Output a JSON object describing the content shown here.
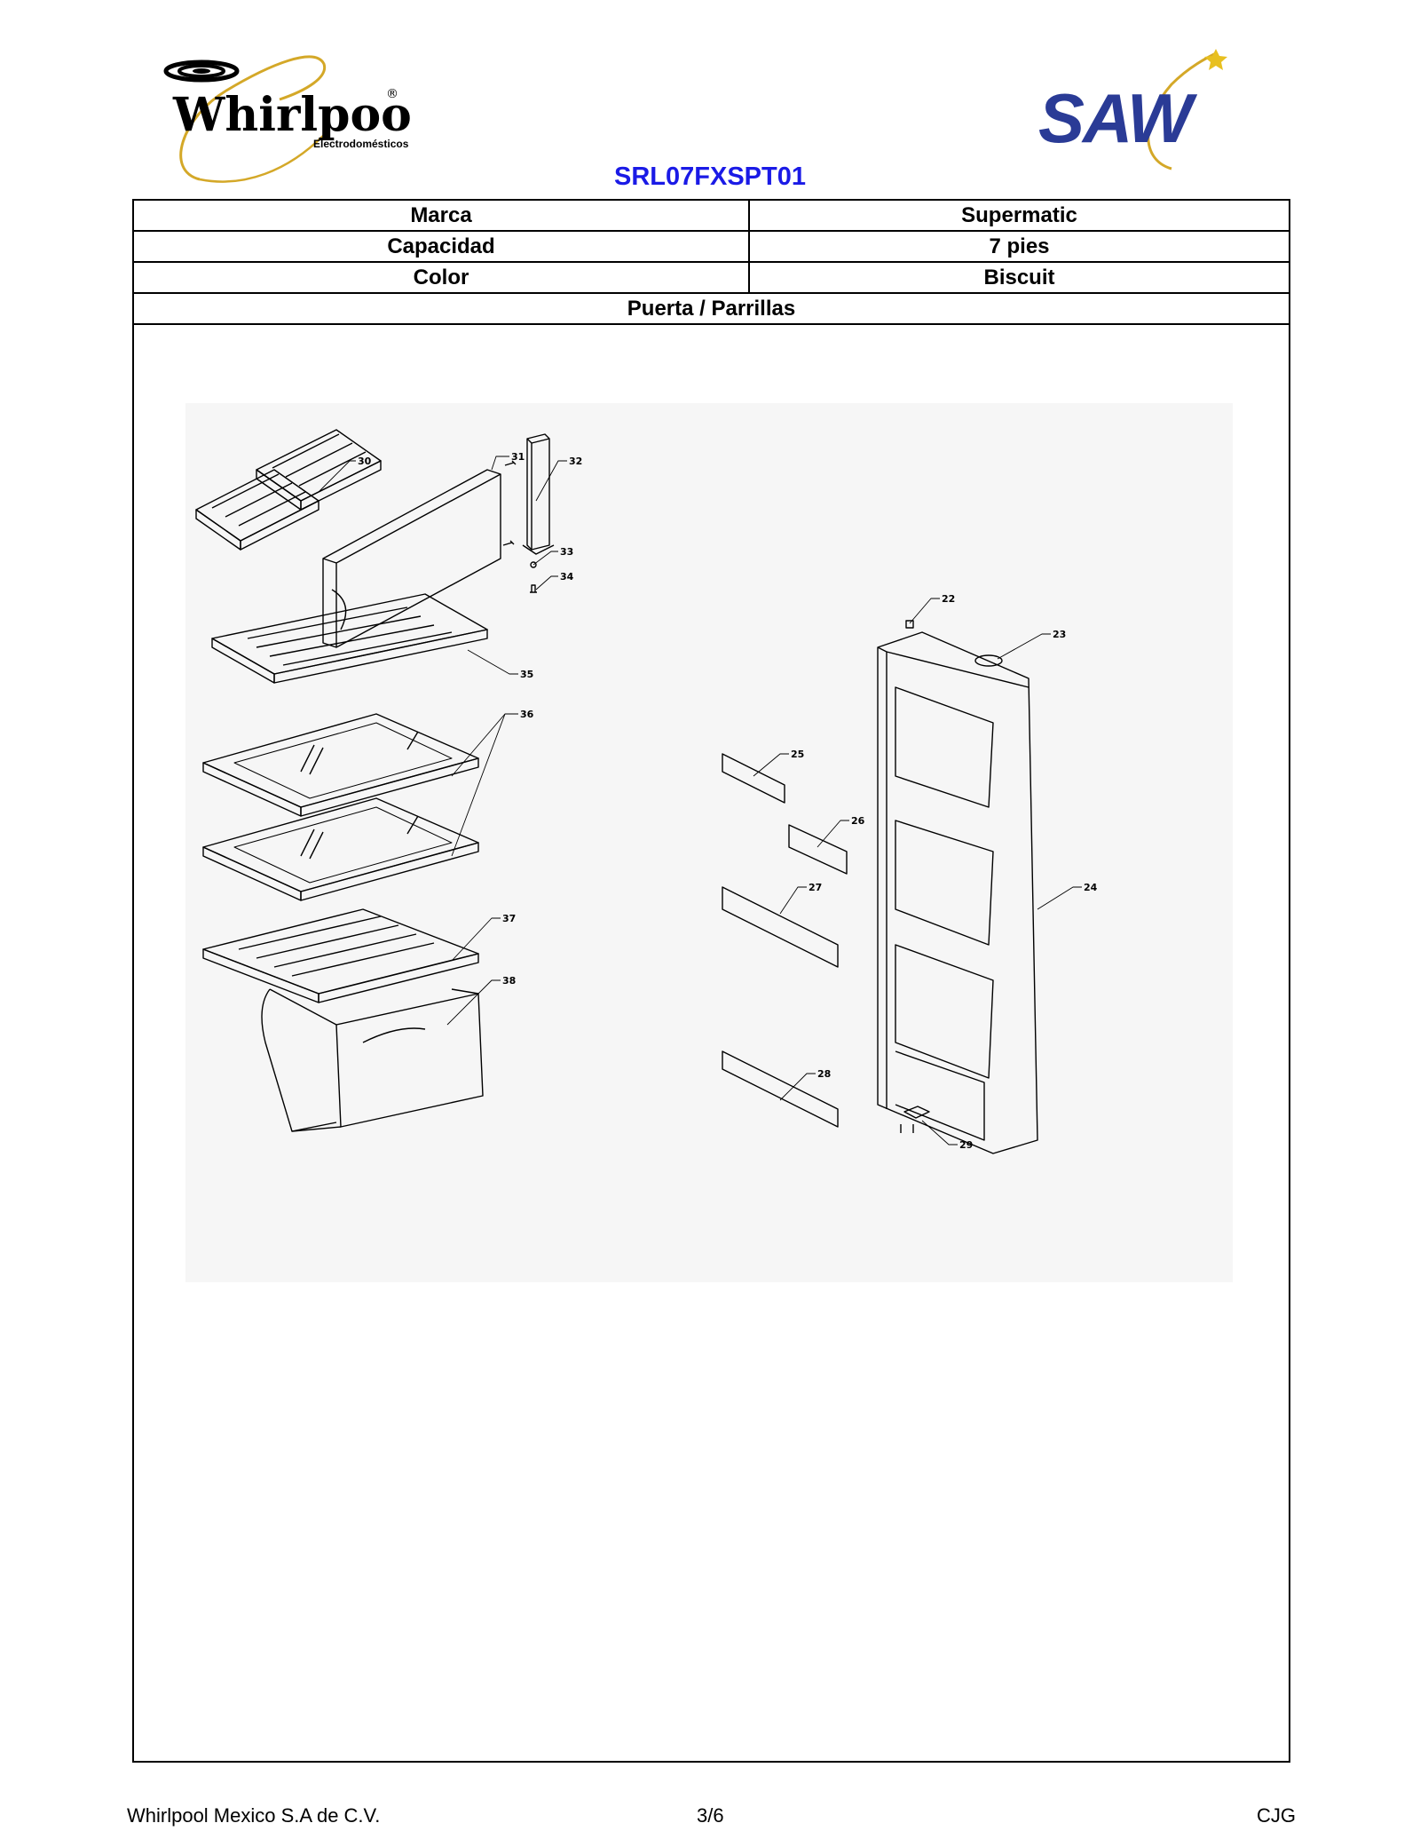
{
  "header": {
    "brand_logo": {
      "icon": "whirlpool-swirl-logo",
      "wordmark": "Whirlpool",
      "registered": "®",
      "subtitle": "Electrodomésticos"
    },
    "partner_logo": {
      "icon": "saw-star-logo",
      "wordmark": "SAW"
    },
    "model": "SRL07FXSPT01",
    "model_color": "#1a1ae6"
  },
  "specs": [
    {
      "label": "Marca",
      "value": "Supermatic"
    },
    {
      "label": "Capacidad",
      "value": "7 pies"
    },
    {
      "label": "Color",
      "value": "Biscuit"
    }
  ],
  "section_title": "Puerta / Parrillas",
  "callouts": {
    "c22": "22",
    "c23": "23",
    "c24": "24",
    "c25": "25",
    "c26": "26",
    "c27": "27",
    "c28": "28",
    "c29": "29",
    "c30": "30",
    "c31": "31",
    "c32": "32",
    "c33": "33",
    "c34": "34",
    "c35": "35",
    "c36": "36",
    "c37": "37",
    "c38": "38"
  },
  "footer": {
    "company": "Whirlpool Mexico S.A de C.V.",
    "page": "3/6",
    "initials": "CJG"
  }
}
